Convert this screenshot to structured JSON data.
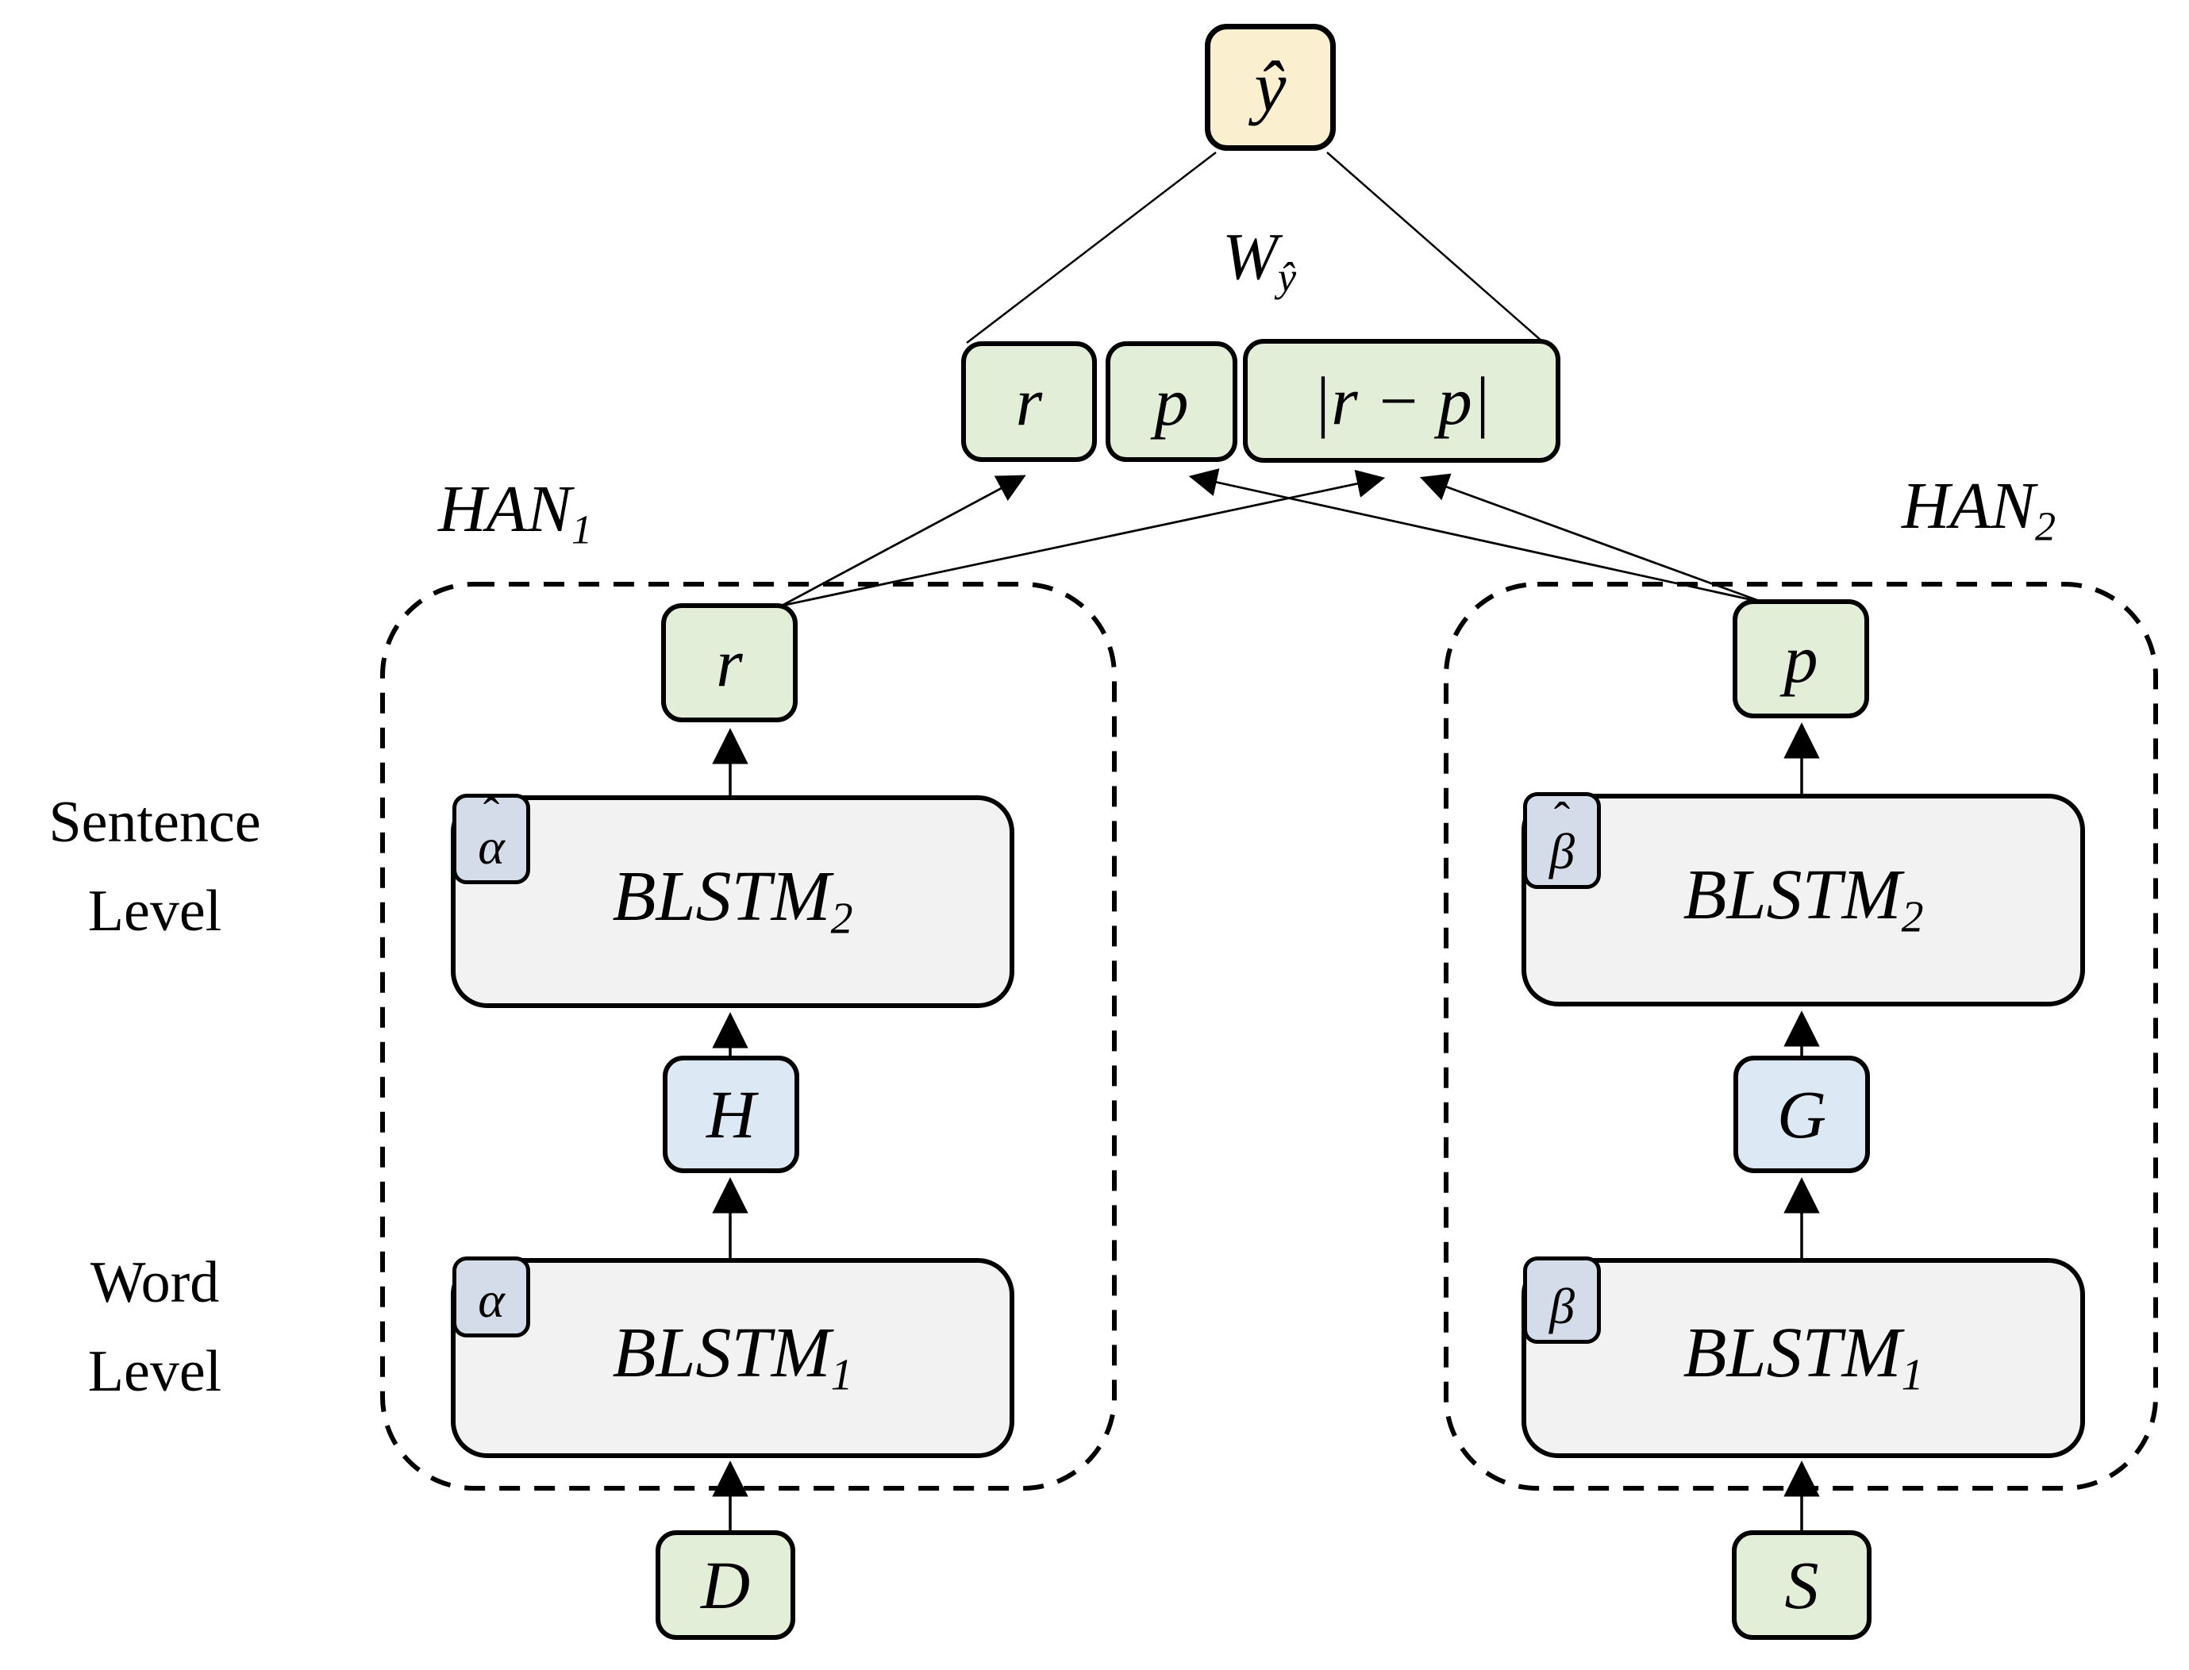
{
  "colors": {
    "output_fill": "#faefce",
    "vector_fill": "#e2eed8",
    "blstm_fill": "#f2f2f3",
    "state_fill": "#dce8f3",
    "tag_fill": "#d3dce8",
    "line": "#000000"
  },
  "output_node": {
    "label": "ŷ"
  },
  "weight": {
    "base": "W",
    "sub": "ŷ"
  },
  "concat": {
    "r": "r",
    "p": "p",
    "diff": "|r − p|"
  },
  "side_labels": {
    "sentence_line1": "Sentence",
    "sentence_line2": "Level",
    "word_line1": "Word",
    "word_line2": "Level"
  },
  "han1": {
    "title": {
      "base": "HAN",
      "sub": "1"
    },
    "output": "r",
    "blstm2": {
      "base": "BLSTM",
      "sub": "2"
    },
    "blstm2_tag": {
      "letter": "α",
      "hat": "ˆ"
    },
    "state": "H",
    "blstm1": {
      "base": "BLSTM",
      "sub": "1"
    },
    "blstm1_tag": {
      "letter": "α",
      "hat": ""
    },
    "input": "D"
  },
  "han2": {
    "title": {
      "base": "HAN",
      "sub": "2"
    },
    "output": "p",
    "blstm2": {
      "base": "BLSTM",
      "sub": "2"
    },
    "blstm2_tag": {
      "letter": "β",
      "hat": "ˆ"
    },
    "state": "G",
    "blstm1": {
      "base": "BLSTM",
      "sub": "1"
    },
    "blstm1_tag": {
      "letter": "β",
      "hat": ""
    },
    "input": "S"
  }
}
